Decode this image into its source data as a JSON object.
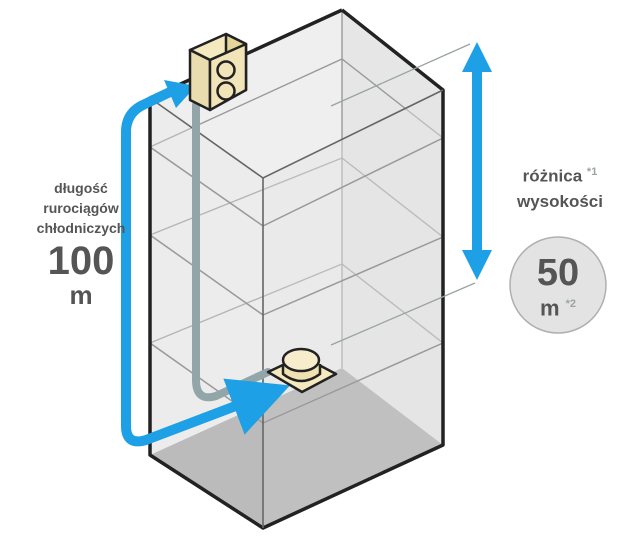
{
  "pipe_length": {
    "label_lines": [
      "długość",
      "rurociągów",
      "chłodniczych"
    ],
    "value": "100",
    "unit": "m"
  },
  "height_difference": {
    "label_lines": [
      "różnica",
      "wysokości"
    ],
    "note_1": "*1",
    "value": "50",
    "unit": "m",
    "note_2": "*2"
  },
  "colors": {
    "arrow": "#1ea0e6",
    "pipe": "#92a6a9",
    "outline": "#222222",
    "floor": "#a3a3a3",
    "glass": "#ececec",
    "circle": "#e3e3e3",
    "text": "#555555",
    "note": "#9aa4a4"
  },
  "icons": [
    "outdoor-unit-icon",
    "indoor-unit-icon",
    "arrow-icon"
  ]
}
